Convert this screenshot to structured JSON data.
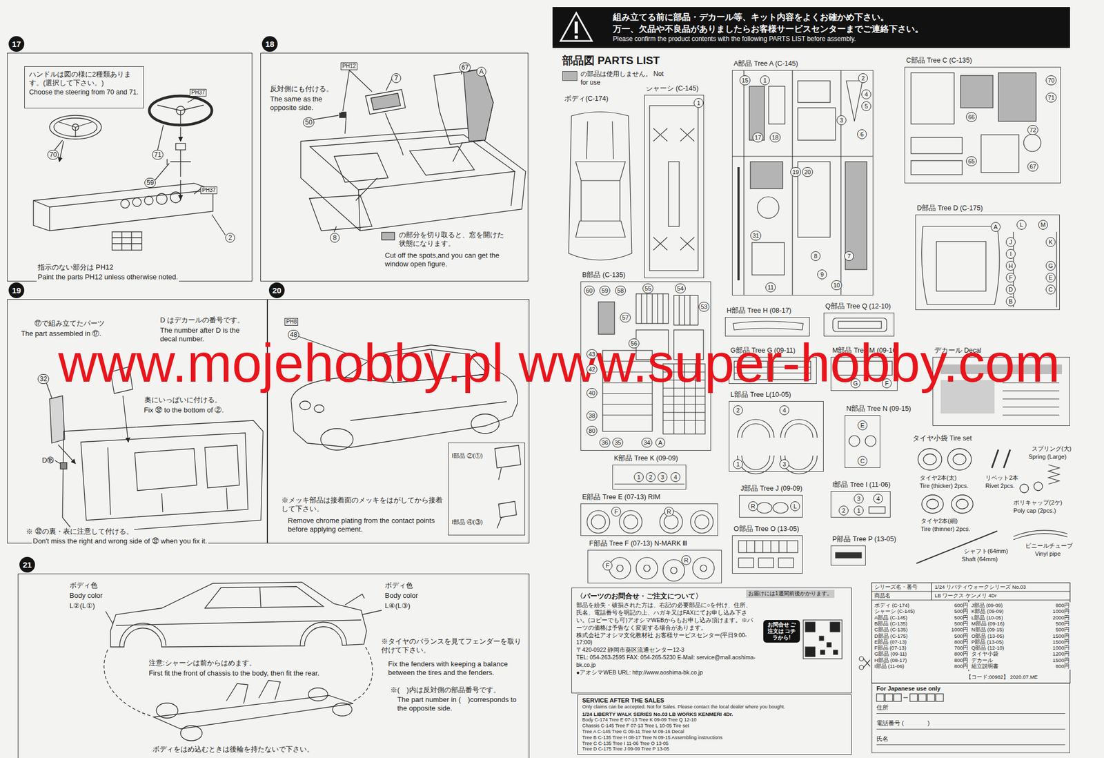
{
  "diagram": {
    "nodes": [
      {
        "text": [
          "17"
        ]
      },
      {
        "text": [
          "ハンドルは図の様に2種類あります。(選択して下さい。)",
          "Choose the steering from 70 and 71."
        ],
        "in": 0
      },
      {
        "text": [
          "18"
        ]
      },
      {
        "text": [
          "19"
        ]
      },
      {
        "text": [
          "20"
        ]
      },
      {
        "text": [
          "I部品 ②(①)",
          "I部品 ④(③)"
        ],
        "in": 4
      },
      {
        "text": [
          "21"
        ]
      },
      {
        "text": [
          "組み立てる前に部品・デカール等、キット内容をよくお確かめ下さい。",
          "万一、欠品や不良品がありましたらお客様サービスセンターまでご連絡下さい。",
          "Please confirm the product contents with the following PARTS LIST before assembly."
        ]
      },
      {
        "text": [
          "ボディ(C-174)"
        ]
      },
      {
        "text": [
          "シャーシ (C-145)"
        ]
      },
      {
        "text": [
          "A部品 Tree A (C-145)"
        ]
      },
      {
        "text": [
          "C部品 Tree C (C-135)"
        ]
      },
      {
        "text": [
          "D部品 Tree D (C-175)"
        ]
      },
      {
        "text": [
          "B部品 (C-135)"
        ]
      },
      {
        "text": [
          "H部品 Tree H (08-17)"
        ]
      },
      {
        "text": [
          "Q部品 Tree Q (12-10)"
        ]
      },
      {
        "text": [
          "G部品 Tree G (09-11)"
        ]
      },
      {
        "text": [
          "M部品 Tree M (09-16)"
        ]
      },
      {
        "text": [
          "デカール Decal"
        ]
      },
      {
        "text": [
          "L部品 Tree L(10-05)"
        ]
      },
      {
        "text": [
          "N部品 Tree N (09-15)"
        ]
      },
      {
        "text": [
          "タイヤ小袋 Tire set"
        ]
      },
      {
        "text": [
          "K部品 Tree K (09-09)"
        ]
      },
      {
        "text": [
          "E部品 Tree E (07-13) RIM"
        ]
      },
      {
        "text": [
          "J部品 Tree J (09-09)"
        ]
      },
      {
        "text": [
          "I部品 Tree I (11-06)"
        ]
      },
      {
        "text": [
          "O部品 Tree O (13-05)"
        ]
      },
      {
        "text": [
          "F部品 Tree F (07-13) N-MARK Ⅲ"
        ]
      },
      {
        "text": [
          "P部品 Tree P (13-05)"
        ]
      },
      {
        "text": [
          "〈パーツのお問合せ・ご注文について〉",
          "部品を紛失・破損された方は、右記の必要部品に○を付け、住所、氏名、電話番号を明記の上、ハガキ又はFAXにてお申し込み下さい。(コピーでも可)アオシマWEBからもお申し込み頂けます。※パーツの価格は予告なく変更する場合があります。",
          "株式会社アオシマ文化教材社 お客様サービスセンター(平日9:00-17:00)",
          "〒420-0922 静岡市葵区流通センター12-3",
          "TEL: 054-263-2595 FAX: 054-265-5230 E-Mail: service@mail.aoshima-bk.co.jp",
          "●アオシマWEB URL: http://www.aoshima-bk.co.jp"
        ]
      },
      {
        "text": [
          "SERVICE AFTER THE SALES",
          "Only claims can be accepted. Not for Sales. Please contact the local dealer where you bought.",
          "1/24 LIBERTY WALK SERIES No.03 LB WORKS KENMERI 4Dr.",
          "Body C-174 Tree E 07-13 Tree K 09-09 Tree Q 12-10",
          "Chassis C-145 Tree F 07-13 Tree L 10-05 Tire set",
          "Tree A C-145 Tree G 09-11 Tree M 09-16 Decal",
          "Tree B C-135 Tree H 08-17 Tree N 09-15 Assembling instructions",
          "Tree C C-135 Tree I 11-06 Tree O 13-05",
          "Tree D C-175 Tree J 09-09 Tree P 13-05"
        ]
      },
      {
        "text": [
          "For Japanese use only",
          "住所",
          "電話番号 (　　　　)",
          "氏名"
        ]
      }
    ],
    "labels": [
      "PH37",
      "71",
      "70",
      "59",
      "PH37",
      "2",
      "指示のない部分は PH12",
      "Paint the parts PH12 unless otherwise noted.",
      "PH12",
      "7",
      "67",
      "A",
      "反対側にも付ける。",
      "The same as the opposite side.",
      "50",
      "8",
      "の部分を切り取ると、窓を開けた状態になります。",
      "Cut off the spots,and you can get the window open figure.",
      "⑰で組み立てたパーツ",
      "The part assembled in ⑰.",
      "D はデカールの番号です。",
      "The number after D is the decal number.",
      "32",
      "奥にいっぱいに付ける。",
      "Fix ㉜ to the bottom of ②.",
      "D⑯",
      "※ ㉜の裏・表に注意して付ける。",
      "Don't miss the right and wrong side of ㉜ when you fix it.",
      "PH8",
      "48",
      "※メッキ部品は接着面のメッキをはがしてから接着して下さい。",
      "Remove chrome plating from the contact points before applying cement.",
      "ボディ色",
      "Body color",
      "L②(L①)",
      "ボディ色",
      "Body color",
      "L④(L③)",
      "注意:シャーシは前からはめます。",
      "First fit the front of chassis to the body, then fit the rear.",
      "※タイヤのバランスを見てフェンダーを取り付けて下さい。",
      "Fix the fenders with keeping a balance between the tires and the fenders.",
      "※(　)内は反対側の部品番号です。",
      "The part number in (　)corresponds to the opposite side.",
      "ボディをはめ込むときは後輪を持たないで下さい。",
      "www.mojehobby.pl www.super-hobby.com",
      "部品図 PARTS LIST",
      "1",
      "15",
      "1",
      "2",
      "3",
      "4",
      "5",
      "6",
      "17",
      "18",
      "19",
      "20",
      "31",
      "8",
      "7",
      "9",
      "10",
      "11",
      "70",
      "71",
      "72",
      "66",
      "67",
      "65",
      "A",
      "L",
      "M",
      "J",
      "K",
      "I",
      "H",
      "G",
      "F",
      "E",
      "D",
      "C",
      "B",
      "60",
      "59",
      "58",
      "55",
      "54",
      "53",
      "57",
      "56",
      "43",
      "42",
      "40",
      "38",
      "80",
      "36",
      "35",
      "34",
      "A",
      "2",
      "4",
      "1",
      "3",
      "E",
      "C",
      "G",
      "F",
      "1",
      "2",
      "3",
      "4",
      "F",
      "R",
      "F",
      "R",
      "R",
      "L",
      "3",
      "4",
      "2",
      "1",
      "タイヤ2本(太)",
      "Tire (thicker) 2pcs.",
      "リベット2本",
      "Rivet 2pcs.",
      "スプリング(大)",
      "Spring (Large)",
      "タイヤ2本(細)",
      "Tire (thinner) 2pcs.",
      "ポリキャップ(2ケ)",
      "Poly cap (2pcs.)",
      "シャフト(64mm)",
      "Shaft (64mm)",
      "ビニールチューブ",
      "Vinyl pipe",
      "シリーズ名・番号",
      "1/24 リバティウォークシリーズ No.03",
      "商品名",
      "LB ワークス ケンメリ 4Dr",
      "ボディ (C-174)",
      "600円",
      "シャーシ (C-145)",
      "500円",
      "A部品 (C-145)",
      "500円",
      "B部品 (C-135)",
      "500円",
      "C部品 (C-135)",
      "1000円",
      "D部品 (C-175)",
      "500円",
      "E部品 (07-13)",
      "800円",
      "F部品 (07-13)",
      "700円",
      "G部品 (09-11)",
      "800円",
      "H部品 (08-17)",
      "800円",
      "I部品 (11-06)",
      "800円",
      "J部品 (09-09)",
      "800円",
      "K部品 (09-09)",
      "1000円",
      "L部品 (10-05)",
      "2000円",
      "M部品 (09-16)",
      "500円",
      "N部品 (09-15)",
      "500円",
      "O部品 (13-05)",
      "1500円",
      "P部品 (13-05)",
      "1500円",
      "Q部品 (12-10)",
      "1000円",
      "タイヤ小袋",
      "1200円",
      "デカール",
      "1500円",
      "組立説明書",
      "800円",
      "【コード:00982】 2020.07.ME",
      "お届けには1週間前後かかります。",
      "お問合せ ご注文は コチラから!"
    ],
    "legend": [
      {
        "text": "の部品は使用しません。 Not for use",
        "color": "#b4b4b4"
      }
    ]
  }
}
